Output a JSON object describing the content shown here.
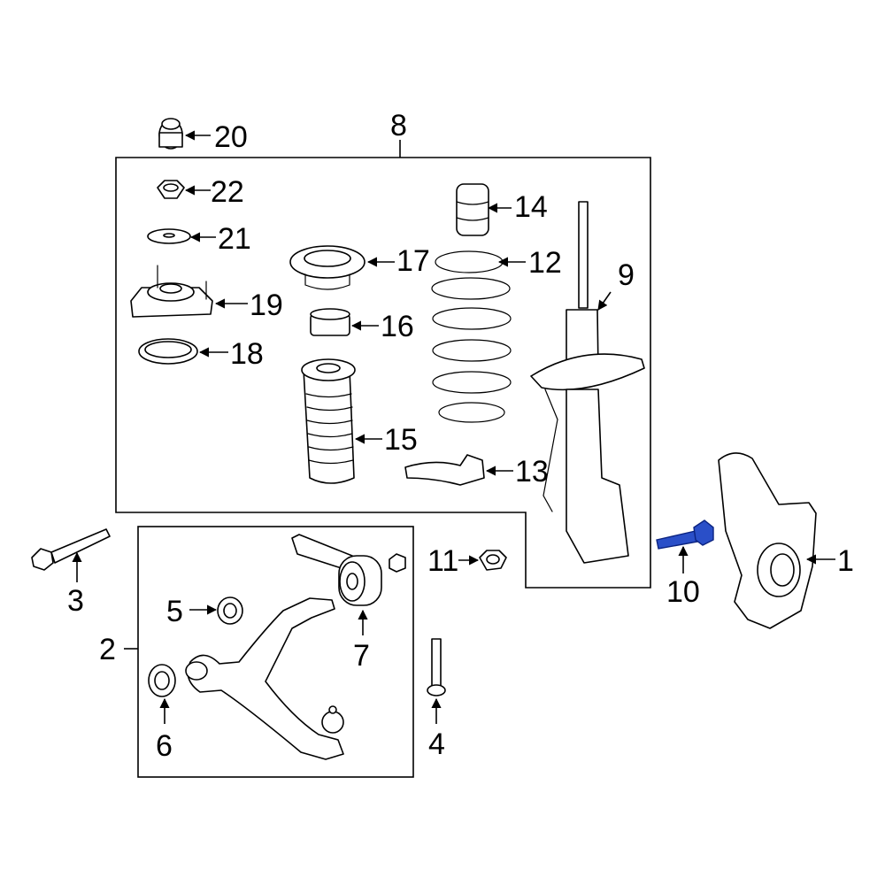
{
  "callouts": {
    "c1": "1",
    "c2": "2",
    "c3": "3",
    "c4": "4",
    "c5": "5",
    "c6": "6",
    "c7": "7",
    "c8": "8",
    "c9": "9",
    "c10": "10",
    "c11": "11",
    "c12": "12",
    "c13": "13",
    "c14": "14",
    "c15": "15",
    "c16": "16",
    "c17": "17",
    "c18": "18",
    "c19": "19",
    "c20": "20",
    "c21": "21",
    "c22": "22"
  },
  "colors": {
    "highlight": "#2a4fc8",
    "line": "#000000",
    "background": "#ffffff"
  }
}
